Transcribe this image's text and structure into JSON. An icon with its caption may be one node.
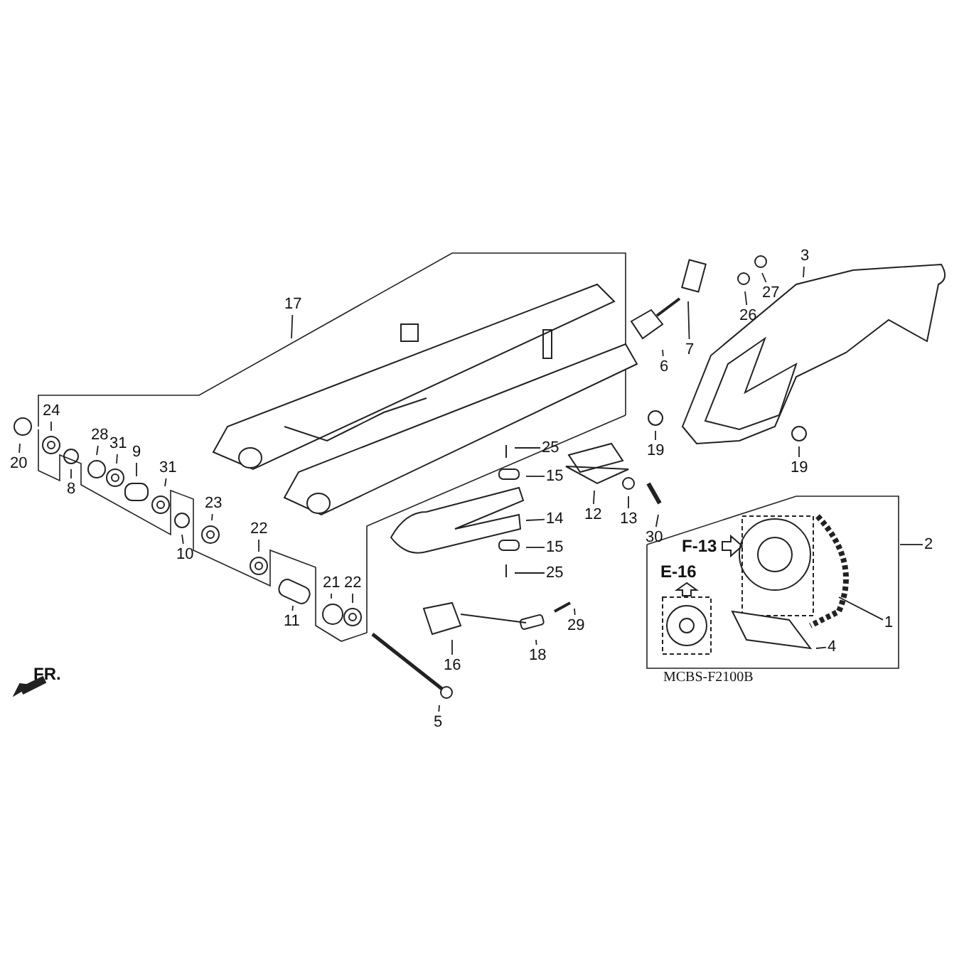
{
  "diagram": {
    "nodes": [
      {
        "text": [
          "17"
        ]
      },
      {
        "text": [
          "3"
        ]
      },
      {
        "text": [
          "27"
        ]
      },
      {
        "text": [
          "26"
        ]
      },
      {
        "text": [
          "7"
        ]
      },
      {
        "text": [
          "6"
        ]
      },
      {
        "text": [
          "24"
        ]
      },
      {
        "text": [
          "20"
        ]
      },
      {
        "text": [
          "28"
        ]
      },
      {
        "text": [
          "31"
        ]
      },
      {
        "text": [
          "9"
        ]
      },
      {
        "text": [
          "31"
        ]
      },
      {
        "text": [
          "8"
        ]
      },
      {
        "text": [
          "19"
        ]
      },
      {
        "text": [
          "25"
        ]
      },
      {
        "text": [
          "19"
        ]
      },
      {
        "text": [
          "15"
        ]
      },
      {
        "text": [
          "23"
        ]
      },
      {
        "text": [
          "12"
        ]
      },
      {
        "text": [
          "13"
        ]
      },
      {
        "text": [
          "10"
        ]
      },
      {
        "text": [
          "14"
        ]
      },
      {
        "text": [
          "22"
        ]
      },
      {
        "text": [
          "30"
        ]
      },
      {
        "text": [
          "2"
        ]
      },
      {
        "text": [
          "15"
        ]
      },
      {
        "text": [
          "25"
        ]
      },
      {
        "text": [
          "21"
        ]
      },
      {
        "text": [
          "22"
        ]
      },
      {
        "text": [
          "11"
        ]
      },
      {
        "text": [
          "29"
        ]
      },
      {
        "text": [
          "1"
        ]
      },
      {
        "text": [
          "16"
        ]
      },
      {
        "text": [
          "18"
        ]
      },
      {
        "text": [
          "4"
        ]
      },
      {
        "text": [
          "5"
        ]
      }
    ],
    "edges": [
      {
        "from": 0,
        "to": null,
        "arrow": "none"
      },
      {
        "from": 1,
        "to": null,
        "arrow": "none"
      },
      {
        "from": 2,
        "to": null,
        "arrow": "none"
      },
      {
        "from": 3,
        "to": null,
        "arrow": "none"
      },
      {
        "from": 4,
        "to": null,
        "arrow": "none"
      },
      {
        "from": 5,
        "to": null,
        "arrow": "none"
      },
      {
        "from": 6,
        "to": null,
        "arrow": "none"
      },
      {
        "from": 7,
        "to": null,
        "arrow": "none"
      },
      {
        "from": 8,
        "to": null,
        "arrow": "none"
      },
      {
        "from": 9,
        "to": null,
        "arrow": "none"
      },
      {
        "from": 10,
        "to": null,
        "arrow": "none"
      },
      {
        "from": 11,
        "to": null,
        "arrow": "none"
      },
      {
        "from": 12,
        "to": null,
        "arrow": "none"
      },
      {
        "from": 13,
        "to": null,
        "arrow": "none"
      },
      {
        "from": 14,
        "to": null,
        "arrow": "none"
      },
      {
        "from": 15,
        "to": null,
        "arrow": "none"
      },
      {
        "from": 16,
        "to": null,
        "arrow": "none"
      },
      {
        "from": 17,
        "to": null,
        "arrow": "none"
      },
      {
        "from": 18,
        "to": null,
        "arrow": "none"
      },
      {
        "from": 19,
        "to": null,
        "arrow": "none"
      },
      {
        "from": 20,
        "to": null,
        "arrow": "none"
      },
      {
        "from": 21,
        "to": null,
        "arrow": "none"
      },
      {
        "from": 22,
        "to": null,
        "arrow": "none"
      },
      {
        "from": 23,
        "to": null,
        "arrow": "none"
      },
      {
        "from": 24,
        "to": null,
        "arrow": "none"
      },
      {
        "from": 25,
        "to": null,
        "arrow": "none"
      },
      {
        "from": 26,
        "to": null,
        "arrow": "none"
      },
      {
        "from": 27,
        "to": null,
        "arrow": "none"
      },
      {
        "from": 28,
        "to": null,
        "arrow": "none"
      },
      {
        "from": 29,
        "to": null,
        "arrow": "none"
      },
      {
        "from": 30,
        "to": null,
        "arrow": "none"
      },
      {
        "from": 31,
        "to": null,
        "arrow": "none"
      },
      {
        "from": 32,
        "to": null,
        "arrow": "none"
      },
      {
        "from": 33,
        "to": null,
        "arrow": "none"
      },
      {
        "from": 34,
        "to": null,
        "arrow": "none"
      },
      {
        "from": 35,
        "to": null,
        "arrow": "none"
      }
    ],
    "labels": [
      "F-13",
      "E-16",
      "FR.",
      "MCBS-F2100B"
    ]
  }
}
